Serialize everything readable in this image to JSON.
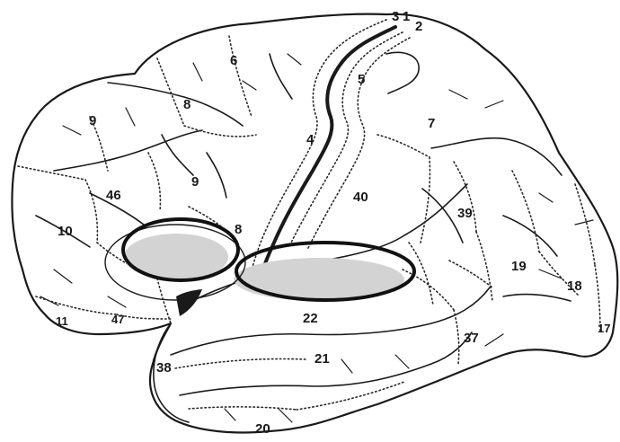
{
  "diagram": {
    "areas": [
      {
        "id": "a1",
        "label": "1"
      },
      {
        "id": "a2",
        "label": "2"
      },
      {
        "id": "a3",
        "label": "3"
      },
      {
        "id": "a4",
        "label": "4"
      },
      {
        "id": "a5",
        "label": "5"
      },
      {
        "id": "a6",
        "label": "6"
      },
      {
        "id": "a7",
        "label": "7"
      },
      {
        "id": "a8",
        "label": "8"
      },
      {
        "id": "a8b",
        "label": "8"
      },
      {
        "id": "a9",
        "label": "9"
      },
      {
        "id": "a9b",
        "label": "9"
      },
      {
        "id": "a10",
        "label": "10"
      },
      {
        "id": "a11",
        "label": "11"
      },
      {
        "id": "a17",
        "label": "17"
      },
      {
        "id": "a18",
        "label": "18"
      },
      {
        "id": "a19",
        "label": "19"
      },
      {
        "id": "a20",
        "label": "20"
      },
      {
        "id": "a21",
        "label": "21"
      },
      {
        "id": "a22",
        "label": "22"
      },
      {
        "id": "a37",
        "label": "37"
      },
      {
        "id": "a38",
        "label": "38"
      },
      {
        "id": "a39",
        "label": "39"
      },
      {
        "id": "a40",
        "label": "40"
      },
      {
        "id": "a46",
        "label": "46"
      },
      {
        "id": "a47",
        "label": "47"
      }
    ],
    "highlight_fill": "#d3d3d3",
    "line_color": "#1a1a1a"
  }
}
